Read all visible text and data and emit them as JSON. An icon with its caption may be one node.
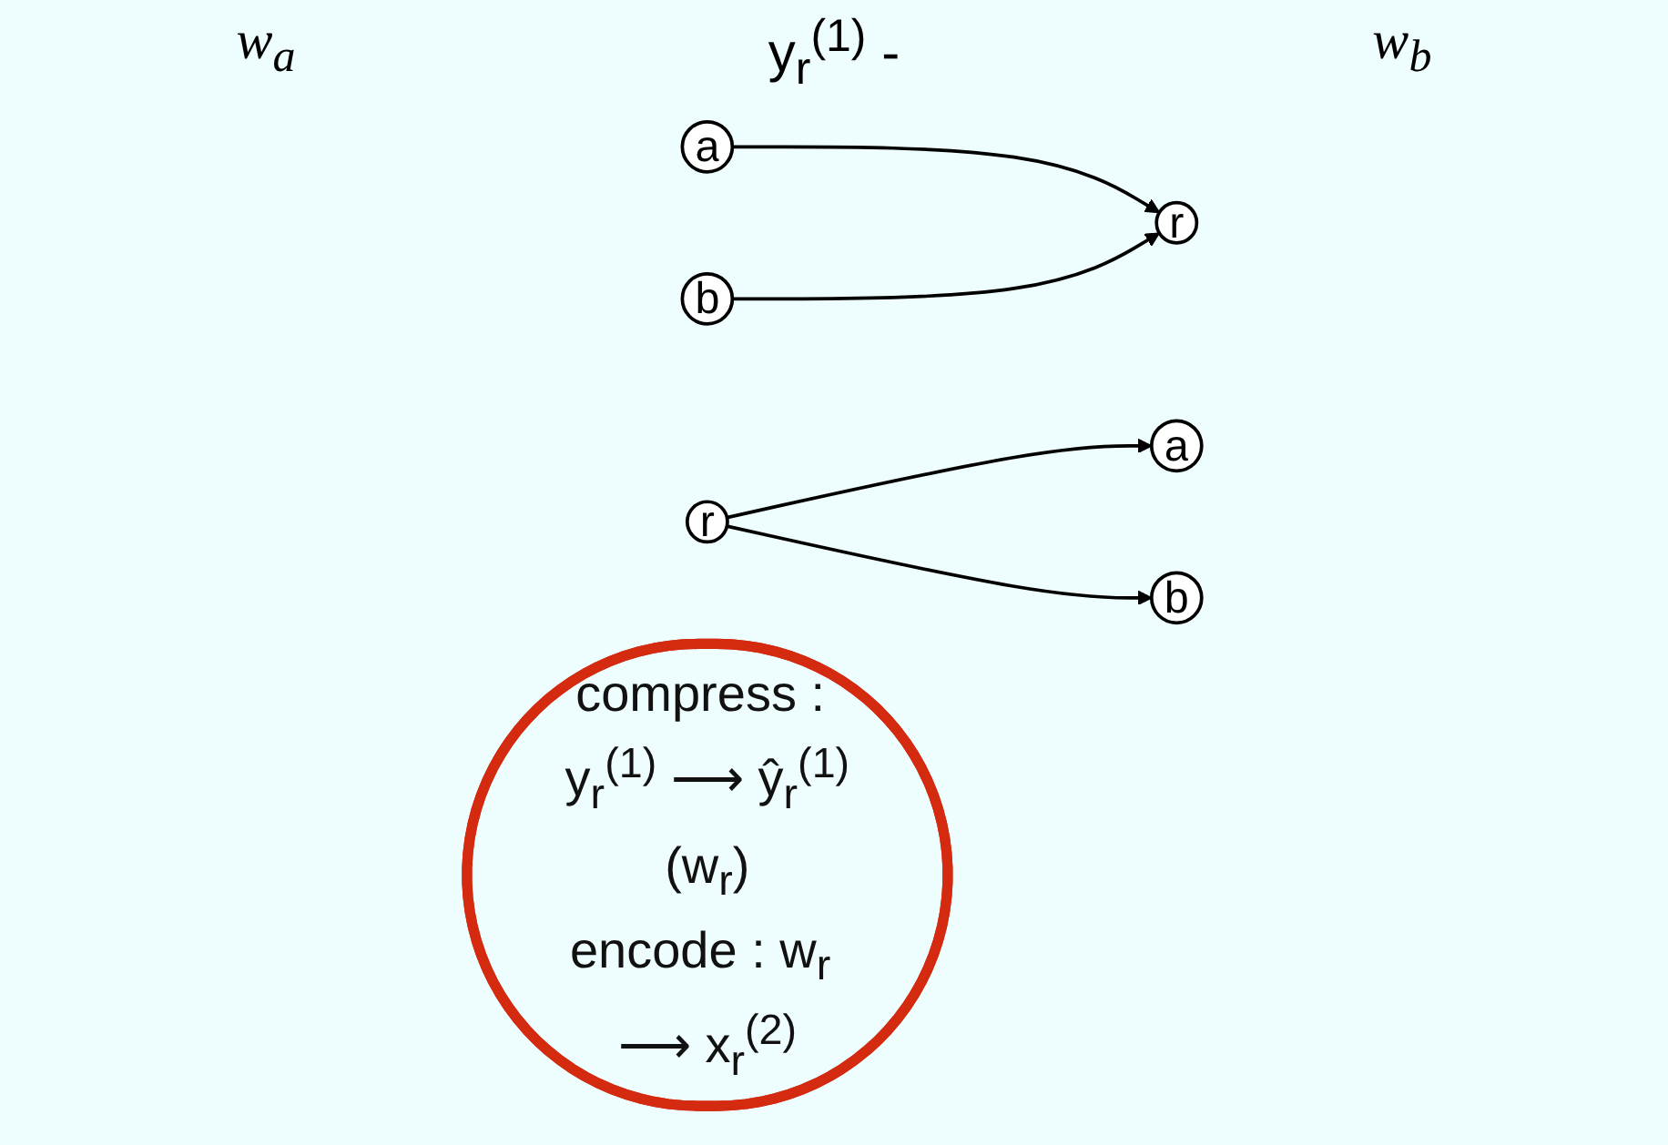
{
  "diagram": {
    "nodes": [
      {
        "text": [
          "a"
        ]
      },
      {
        "text": [
          "r"
        ]
      },
      {
        "text": [
          "b"
        ]
      },
      {
        "text": [
          "a"
        ]
      },
      {
        "text": [
          "r"
        ]
      },
      {
        "text": [
          "b"
        ]
      },
      {
        "text": [
          "compress : y$_{r}$$^{(1)}$ ⟶ ŷ$_{r}$$^{(1)}$(w$_{r}$)",
          "encode : w$_{r}$ ⟶ x$_{r}$$^{(2)}$"
        ]
      }
    ],
    "edges": [
      {
        "from": 0,
        "to": 1,
        "arrow": "to"
      },
      {
        "from": 2,
        "to": 1,
        "arrow": "to"
      },
      {
        "from": 4,
        "to": 3,
        "arrow": "to"
      },
      {
        "from": 4,
        "to": 5,
        "arrow": "to"
      }
    ],
    "labels": [
      "w$_{a}$",
      "y$_{r}$$^{(1)}$ -",
      "w$_{b}$"
    ]
  }
}
